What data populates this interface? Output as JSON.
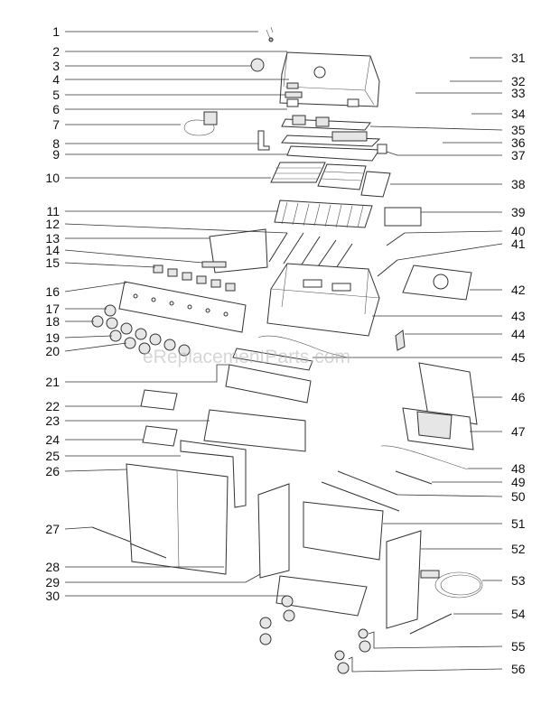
{
  "diagram": {
    "watermark": "eReplacementParts.com",
    "left_labels": [
      "1",
      "2",
      "3",
      "4",
      "5",
      "6",
      "7",
      "8",
      "9",
      "10",
      "11",
      "12",
      "13",
      "14",
      "15",
      "16",
      "17",
      "18",
      "19",
      "20",
      "21",
      "22",
      "23",
      "24",
      "25",
      "26",
      "27",
      "28",
      "29",
      "30"
    ],
    "right_labels": [
      "31",
      "32",
      "33",
      "34",
      "35",
      "36",
      "37",
      "38",
      "39",
      "40",
      "41",
      "42",
      "43",
      "44",
      "45",
      "46",
      "47",
      "48",
      "49",
      "50",
      "51",
      "52",
      "53",
      "54",
      "55",
      "56"
    ]
  }
}
